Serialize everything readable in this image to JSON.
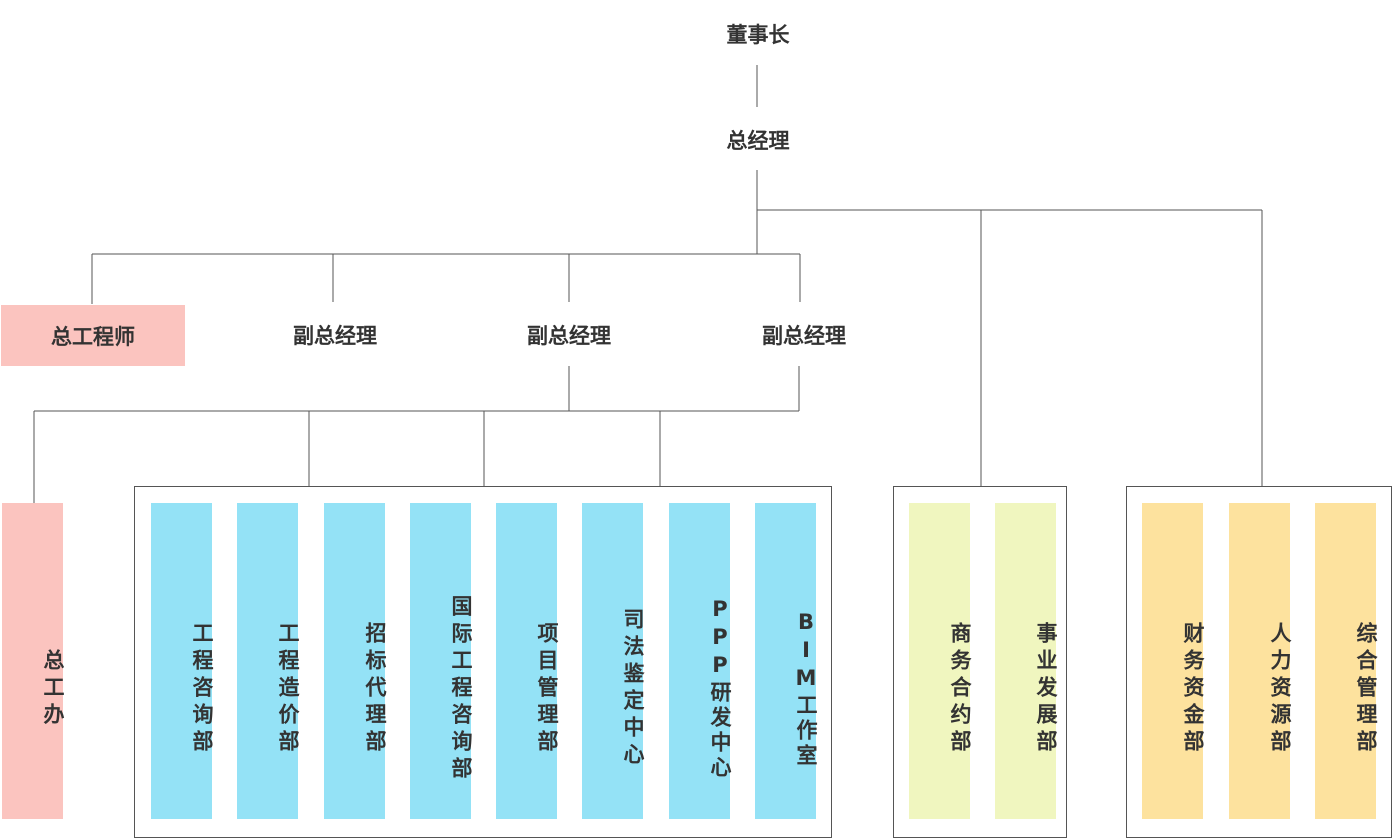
{
  "chairman": "董事长",
  "gm": "总经理",
  "chief_engineer": "总工程师",
  "vgm_1": "副总经理",
  "vgm_2": "副总经理",
  "vgm_3": "副总经理",
  "chief_engineer_office": "总工办",
  "departments_engineering": [
    "工程咨询部",
    "工程造价部",
    "招标代理部",
    "国际工程咨询部",
    "项目管理部",
    "司法鉴定中心",
    "PPP研发中心",
    "BIM工作室"
  ],
  "departments_business": [
    "商务合约部",
    "事业发展部"
  ],
  "departments_admin": [
    "财务资金部",
    "人力资源部",
    "综合管理部"
  ],
  "colors": {
    "engineering": "#94e2f6",
    "business": "#f0f6bf",
    "admin": "#fde29e",
    "chief_engineer": "#fbc4bf",
    "lines": "#555555"
  }
}
